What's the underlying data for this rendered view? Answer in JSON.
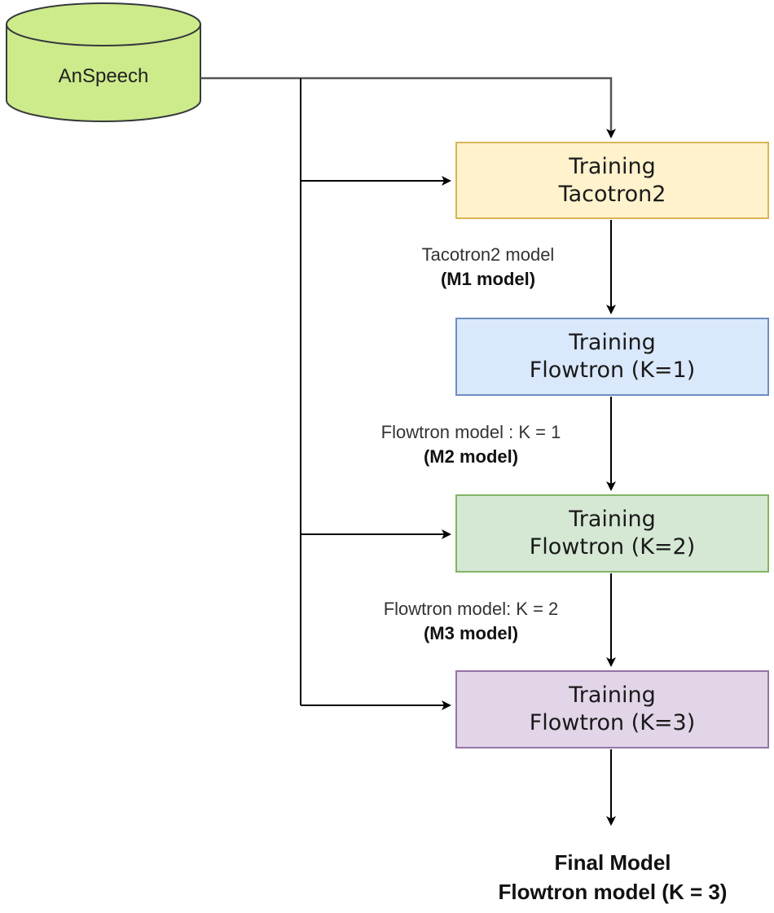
{
  "source": {
    "label": "AnSpeech",
    "fill": "#cdeb8b",
    "stroke": "#36393d"
  },
  "steps": [
    {
      "line1": "Training",
      "line2": "Tacotron2",
      "fill": "#fff2cc",
      "stroke": "#d6b656"
    },
    {
      "line1": "Training",
      "line2": "Flowtron (K=1)",
      "fill": "#dae8fc",
      "stroke": "#6c8ebf"
    },
    {
      "line1": "Training",
      "line2": "Flowtron (K=2)",
      "fill": "#d5e8d4",
      "stroke": "#82b366"
    },
    {
      "line1": "Training",
      "line2": "Flowtron (K=3)",
      "fill": "#e1d5e7",
      "stroke": "#9673a6"
    }
  ],
  "edge_labels": [
    {
      "text": "Tacotron2 model",
      "bold": "(M1 model)"
    },
    {
      "text": "Flowtron model : K = 1",
      "bold": "(M2 model)"
    },
    {
      "text": "Flowtron model: K = 2",
      "bold": "(M3 model)"
    }
  ],
  "final": {
    "line1": "Final Model",
    "line2": "Flowtron model (K = 3)"
  }
}
